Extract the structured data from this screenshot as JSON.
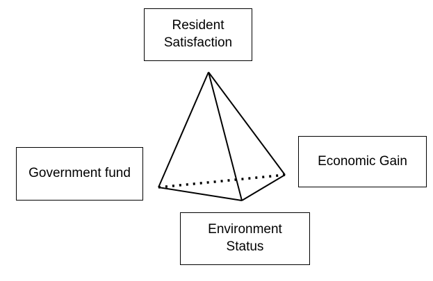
{
  "diagram": {
    "nodes": {
      "top": {
        "line1": "Resident",
        "line2": "Satisfaction"
      },
      "left": {
        "label": "Government fund"
      },
      "right": {
        "label": "Economic Gain"
      },
      "bottom": {
        "line1": "Environment",
        "line2": "Status"
      }
    },
    "colors": {
      "stroke": "#000000",
      "box_background": "#ffffff"
    }
  }
}
